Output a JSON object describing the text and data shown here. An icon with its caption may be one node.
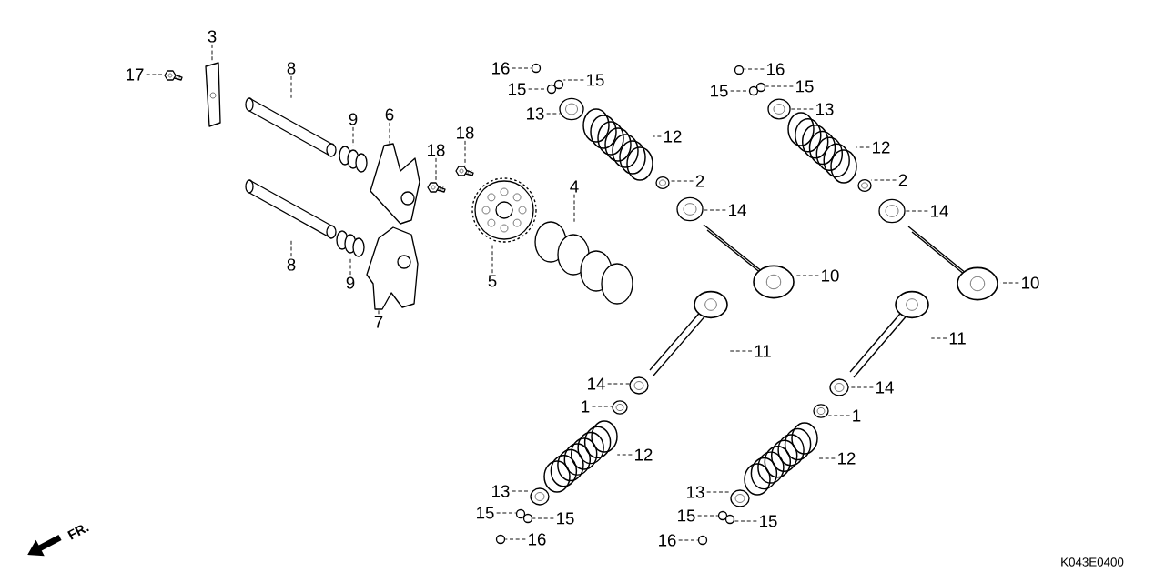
{
  "diagram": {
    "nodes": [
      {
        "text": [
          "17"
        ]
      },
      {
        "text": [
          "3"
        ]
      },
      {
        "text": [
          "8"
        ]
      },
      {
        "text": [
          "9"
        ]
      },
      {
        "text": [
          "6"
        ]
      },
      {
        "text": [
          "18"
        ]
      },
      {
        "text": [
          "18"
        ]
      },
      {
        "text": [
          "4"
        ]
      },
      {
        "text": [
          "8"
        ]
      },
      {
        "text": [
          "9"
        ]
      },
      {
        "text": [
          "5"
        ]
      },
      {
        "text": [
          "7"
        ]
      },
      {
        "text": [
          "16"
        ]
      },
      {
        "text": [
          "15"
        ]
      },
      {
        "text": [
          "15"
        ]
      },
      {
        "text": [
          "13"
        ]
      },
      {
        "text": [
          "12"
        ]
      },
      {
        "text": [
          "2"
        ]
      },
      {
        "text": [
          "14"
        ]
      },
      {
        "text": [
          "10"
        ]
      },
      {
        "text": [
          "16"
        ]
      },
      {
        "text": [
          "15"
        ]
      },
      {
        "text": [
          "15"
        ]
      },
      {
        "text": [
          "13"
        ]
      },
      {
        "text": [
          "12"
        ]
      },
      {
        "text": [
          "2"
        ]
      },
      {
        "text": [
          "14"
        ]
      },
      {
        "text": [
          "10"
        ]
      },
      {
        "text": [
          "11"
        ]
      },
      {
        "text": [
          "14"
        ]
      },
      {
        "text": [
          "1"
        ]
      },
      {
        "text": [
          "12"
        ]
      },
      {
        "text": [
          "13"
        ]
      },
      {
        "text": [
          "15"
        ]
      },
      {
        "text": [
          "15"
        ]
      },
      {
        "text": [
          "16"
        ]
      },
      {
        "text": [
          "11"
        ]
      },
      {
        "text": [
          "14"
        ]
      },
      {
        "text": [
          "1"
        ]
      },
      {
        "text": [
          "12"
        ]
      },
      {
        "text": [
          "13"
        ]
      },
      {
        "text": [
          "15"
        ]
      },
      {
        "text": [
          "15"
        ]
      },
      {
        "text": [
          "16"
        ]
      },
      {
        "text": [],
        "shape": "picture"
      },
      {
        "text": [],
        "shape": "picture"
      },
      {
        "text": [],
        "shape": "picture"
      },
      {
        "text": [],
        "shape": "picture"
      },
      {
        "text": [],
        "shape": "picture"
      },
      {
        "text": [],
        "shape": "picture"
      },
      {
        "text": [],
        "shape": "picture"
      },
      {
        "text": [],
        "shape": "picture"
      },
      {
        "text": [],
        "shape": "picture"
      },
      {
        "text": [],
        "shape": "picture"
      },
      {
        "text": [],
        "shape": "picture"
      },
      {
        "text": [],
        "shape": "picture"
      },
      {
        "text": [],
        "shape": "circle"
      },
      {
        "text": [],
        "shape": "circle"
      },
      {
        "text": [],
        "shape": "circle"
      },
      {
        "text": [],
        "shape": "picture"
      },
      {
        "text": [],
        "shape": "picture"
      },
      {
        "text": [],
        "shape": "picture"
      },
      {
        "text": [],
        "shape": "picture"
      },
      {
        "text": [],
        "shape": "picture"
      },
      {
        "text": [],
        "shape": "circle"
      },
      {
        "text": [],
        "shape": "circle"
      },
      {
        "text": [],
        "shape": "circle"
      },
      {
        "text": [],
        "shape": "picture"
      },
      {
        "text": [],
        "shape": "picture"
      },
      {
        "text": [],
        "shape": "picture"
      },
      {
        "text": [],
        "shape": "picture"
      },
      {
        "text": [],
        "shape": "picture"
      },
      {
        "text": [],
        "shape": "picture"
      },
      {
        "text": [],
        "shape": "picture"
      },
      {
        "text": [],
        "shape": "picture"
      },
      {
        "text": [],
        "shape": "picture"
      },
      {
        "text": [],
        "shape": "picture"
      },
      {
        "text": [],
        "shape": "circle"
      },
      {
        "text": [],
        "shape": "circle"
      },
      {
        "text": [],
        "shape": "circle"
      },
      {
        "text": [],
        "shape": "picture"
      },
      {
        "text": [],
        "shape": "picture"
      },
      {
        "text": [],
        "shape": "picture"
      },
      {
        "text": [],
        "shape": "picture"
      },
      {
        "text": [],
        "shape": "picture"
      },
      {
        "text": [],
        "shape": "circle"
      },
      {
        "text": [],
        "shape": "circle"
      },
      {
        "text": [],
        "shape": "circle"
      }
    ],
    "edges": [
      {
        "from": 0,
        "to": 44,
        "arrow": "none"
      },
      {
        "from": 1,
        "to": 45,
        "arrow": "none"
      },
      {
        "from": 2,
        "to": 46,
        "arrow": "none"
      },
      {
        "from": 3,
        "to": 47,
        "arrow": "none"
      },
      {
        "from": 4,
        "to": 48,
        "arrow": "none"
      },
      {
        "from": 5,
        "to": 49,
        "arrow": "none"
      },
      {
        "from": 6,
        "to": 50,
        "arrow": "none"
      },
      {
        "from": 7,
        "to": 51,
        "arrow": "none"
      },
      {
        "from": 8,
        "to": 52,
        "arrow": "none"
      },
      {
        "from": 9,
        "to": 53,
        "arrow": "none"
      },
      {
        "from": 10,
        "to": 54,
        "arrow": "none"
      },
      {
        "from": 11,
        "to": 55,
        "arrow": "none"
      },
      {
        "from": 12,
        "to": 56,
        "arrow": "none"
      },
      {
        "from": 13,
        "to": 57,
        "arrow": "none"
      },
      {
        "from": 14,
        "to": 58,
        "arrow": "none"
      },
      {
        "from": 15,
        "to": 59,
        "arrow": "none"
      },
      {
        "from": 16,
        "to": 60,
        "arrow": "none"
      },
      {
        "from": 17,
        "to": 61,
        "arrow": "none"
      },
      {
        "from": 18,
        "to": 62,
        "arrow": "none"
      },
      {
        "from": 19,
        "to": 63,
        "arrow": "none"
      },
      {
        "from": 20,
        "to": 64,
        "arrow": "none"
      },
      {
        "from": 21,
        "to": 65,
        "arrow": "none"
      },
      {
        "from": 22,
        "to": 66,
        "arrow": "none"
      },
      {
        "from": 23,
        "to": 67,
        "arrow": "none"
      },
      {
        "from": 24,
        "to": 68,
        "arrow": "none"
      },
      {
        "from": 25,
        "to": 69,
        "arrow": "none"
      },
      {
        "from": 26,
        "to": 70,
        "arrow": "none"
      },
      {
        "from": 27,
        "to": 71,
        "arrow": "none"
      },
      {
        "from": 28,
        "to": 72,
        "arrow": "none"
      },
      {
        "from": 29,
        "to": 73,
        "arrow": "none"
      },
      {
        "from": 30,
        "to": 74,
        "arrow": "none"
      },
      {
        "from": 31,
        "to": 75,
        "arrow": "none"
      },
      {
        "from": 32,
        "to": 76,
        "arrow": "none"
      },
      {
        "from": 33,
        "to": 77,
        "arrow": "none"
      },
      {
        "from": 34,
        "to": 78,
        "arrow": "none"
      },
      {
        "from": 35,
        "to": 79,
        "arrow": "none"
      },
      {
        "from": 36,
        "to": 80,
        "arrow": "none"
      },
      {
        "from": 37,
        "to": 81,
        "arrow": "none"
      },
      {
        "from": 38,
        "to": 82,
        "arrow": "none"
      },
      {
        "from": 39,
        "to": 83,
        "arrow": "none"
      },
      {
        "from": 40,
        "to": 84,
        "arrow": "none"
      },
      {
        "from": 41,
        "to": 85,
        "arrow": "none"
      },
      {
        "from": 42,
        "to": 86,
        "arrow": "none"
      },
      {
        "from": 43,
        "to": 87,
        "arrow": "none"
      }
    ],
    "labels": [
      "FR.",
      "K043E0400"
    ]
  }
}
